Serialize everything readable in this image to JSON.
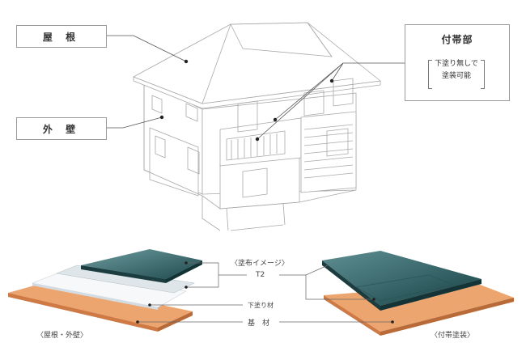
{
  "labels": {
    "roof": "屋 根",
    "wall": "外 壁",
    "fuzoku_title": "付帯部",
    "fuzoku_note_1": "下塗り無しで",
    "fuzoku_note_2": "塗装可能"
  },
  "diagram": {
    "coating_image": "〈塗布イメージ〉",
    "t2": "T2",
    "primer": "下塗り材",
    "substrate": "基　材",
    "left_caption": "〈屋根・外壁〉",
    "right_caption": "〈付帯塗装〉"
  },
  "colors": {
    "substrate": "#e08a52",
    "primer_layer": "#eef1f4",
    "top_coat": "#3f6e72",
    "line": "#888888"
  }
}
